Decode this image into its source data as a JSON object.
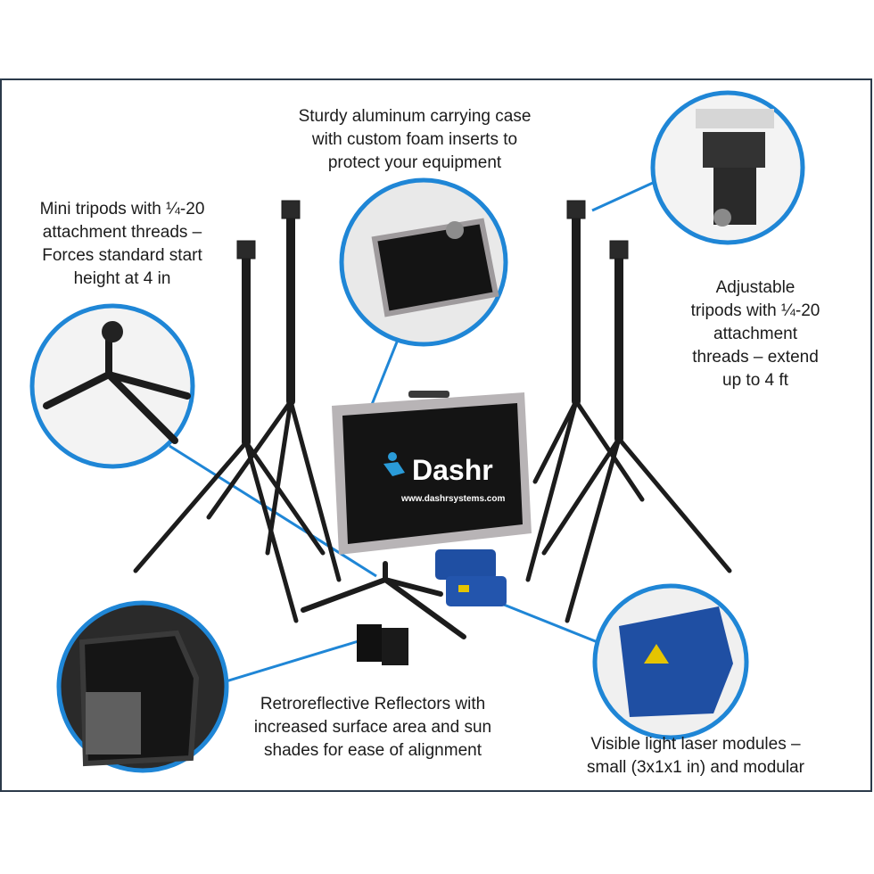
{
  "colors": {
    "callout_blue": "#1f86d6",
    "frame": "#2b3a4a",
    "case_panel": "#141414",
    "case_trim": "#b8b4b6",
    "tripod": "#1c1c1c",
    "laser_module": "#1f4fa3",
    "logo_blue": "#2a9bd8"
  },
  "captions": {
    "case": [
      "Sturdy aluminum carrying case",
      "with custom foam inserts to",
      "protect your equipment"
    ],
    "mini_tripods": [
      "Mini tripods with ¼-20",
      "attachment threads –",
      "Forces standard start",
      "height at 4 in"
    ],
    "adjustable_tripods": [
      "Adjustable",
      "tripods with ¼-20",
      "attachment",
      "threads – extend",
      "up to 4 ft"
    ],
    "reflectors": [
      "Retroreflective Reflectors with",
      "increased surface area and sun",
      "shades for ease of alignment"
    ],
    "lasers": [
      "Visible light laser modules –",
      "small (3x1x1 in) and modular"
    ]
  },
  "logo": {
    "brand": "Dashr",
    "url": "www.dashrsystems.com"
  },
  "callouts": [
    {
      "name": "case-detail-callout",
      "depicts": "case-corner-closeup"
    },
    {
      "name": "mini-tripod-callout",
      "depicts": "mini-tripod-closeup"
    },
    {
      "name": "tripod-head-callout",
      "depicts": "tripod-head-closeup"
    },
    {
      "name": "reflector-callout",
      "depicts": "reflector-closeup"
    },
    {
      "name": "laser-callout",
      "depicts": "laser-module-closeup"
    }
  ]
}
